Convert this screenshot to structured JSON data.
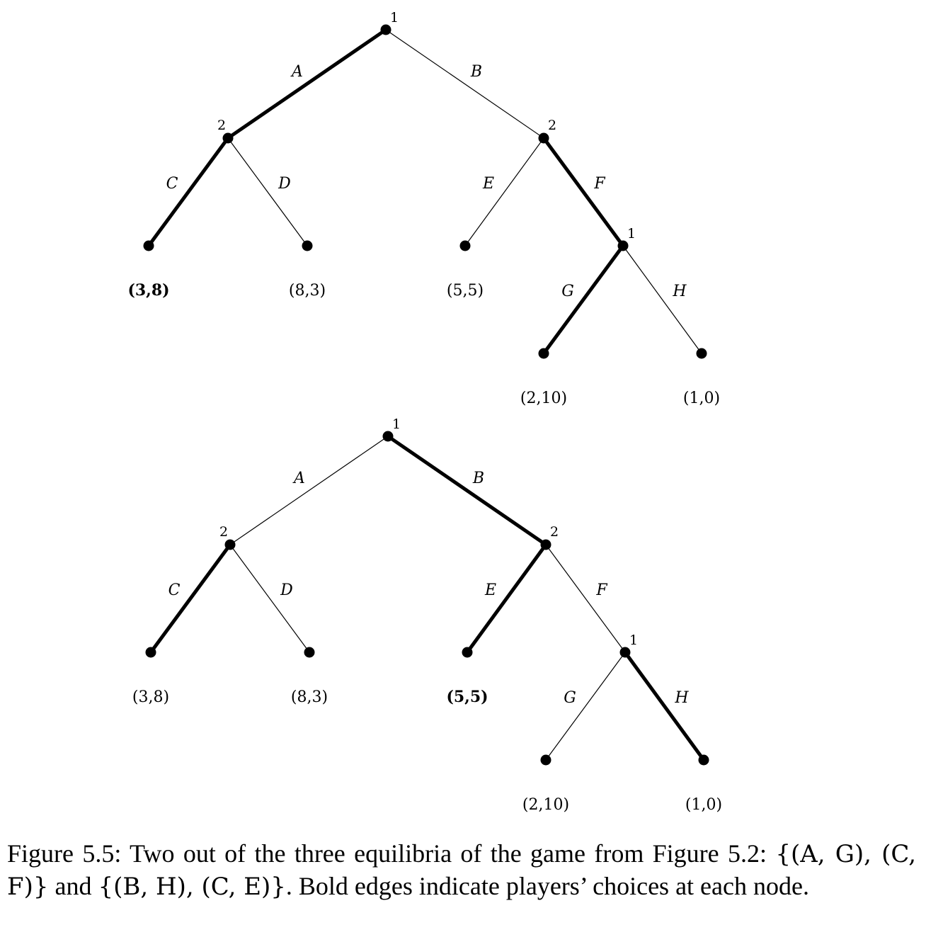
{
  "figures": [
    {
      "moves": {
        "A": "A",
        "B": "B",
        "C": "C",
        "D": "D",
        "E": "E",
        "F": "F",
        "G": "G",
        "H": "H"
      },
      "players": {
        "root": "1",
        "left": "2",
        "right": "2",
        "lower": "1"
      },
      "payoffs": {
        "C": "(3,8)",
        "D": "(8,3)",
        "E": "(5,5)",
        "G": "(2,10)",
        "H": "(1,0)"
      },
      "bold_edges": [
        "A",
        "C",
        "F",
        "G"
      ],
      "bold_payoff": "C"
    },
    {
      "moves": {
        "A": "A",
        "B": "B",
        "C": "C",
        "D": "D",
        "E": "E",
        "F": "F",
        "G": "G",
        "H": "H"
      },
      "players": {
        "root": "1",
        "left": "2",
        "right": "2",
        "lower": "1"
      },
      "payoffs": {
        "C": "(3,8)",
        "D": "(8,3)",
        "E": "(5,5)",
        "G": "(2,10)",
        "H": "(1,0)"
      },
      "bold_edges": [
        "B",
        "C",
        "E",
        "H"
      ],
      "bold_payoff": "E"
    }
  ],
  "caption": {
    "text1": "Figure 5.5:  Two out of the three equilibria of the game from Figure 5.2:",
    "math1": "{(A, G), (C, F)}",
    "and": " and ",
    "math2": "{(B, H), (C, E)}",
    "text2": ".  Bold edges indicate players’ choices at each node."
  }
}
